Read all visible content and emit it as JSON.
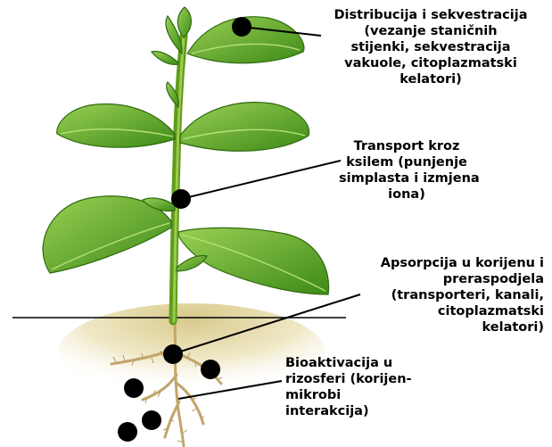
{
  "labels": {
    "distribution": [
      "Distribucija i sekvestracija",
      "(vezanje staničnih",
      "stijenki, sekvestracija",
      "vakuole, citoplazmatski",
      "kelatori)"
    ],
    "transport": [
      "Transport kroz",
      "ksilem (punjenje",
      "simplasta i izmjena",
      "iona)"
    ],
    "absorption": [
      "Apsorpcija u korijenu i",
      "preraspodjela",
      "(transporteri, kanali,",
      "citoplazmatski",
      "kelatori)"
    ],
    "bioactivation": [
      "Bioaktivacija u",
      "rizosferi (korijen-",
      "mikrobi",
      "interakcija)"
    ]
  },
  "colors": {
    "leaf": "#4f9a1d",
    "leaf_light": "#8cc94a",
    "stem": "#6aa61f",
    "soil": "#e6dcae",
    "root": "#c9b07a",
    "marker": "#000000"
  }
}
